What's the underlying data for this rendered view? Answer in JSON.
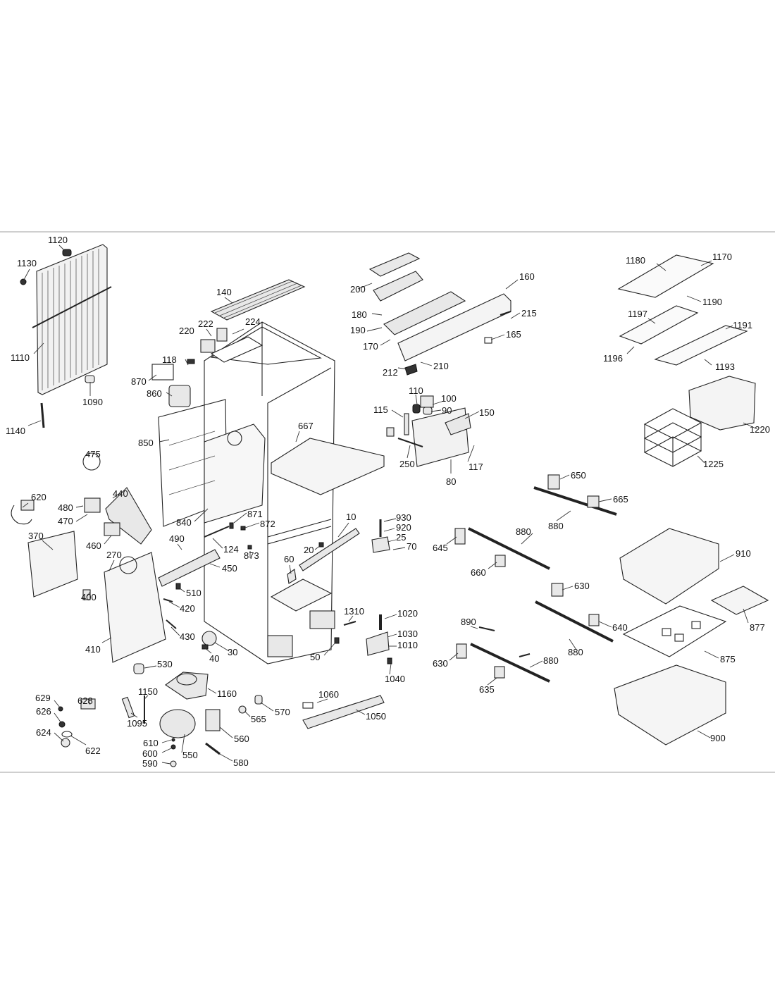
{
  "parts": [
    {
      "id": "p1120",
      "label": "1120"
    },
    {
      "id": "p1130",
      "label": "1130"
    },
    {
      "id": "p1110",
      "label": "1110"
    },
    {
      "id": "p1090",
      "label": "1090"
    },
    {
      "id": "p1140",
      "label": "1140"
    },
    {
      "id": "p140",
      "label": "140"
    },
    {
      "id": "p222",
      "label": "222"
    },
    {
      "id": "p224",
      "label": "224"
    },
    {
      "id": "p220",
      "label": "220"
    },
    {
      "id": "p118",
      "label": "118"
    },
    {
      "id": "p870",
      "label": "870"
    },
    {
      "id": "p860",
      "label": "860"
    },
    {
      "id": "p850",
      "label": "850"
    },
    {
      "id": "p840",
      "label": "840"
    },
    {
      "id": "p667",
      "label": "667"
    },
    {
      "id": "p200",
      "label": "200"
    },
    {
      "id": "p180",
      "label": "180"
    },
    {
      "id": "p190",
      "label": "190"
    },
    {
      "id": "p170",
      "label": "170"
    },
    {
      "id": "p160",
      "label": "160"
    },
    {
      "id": "p215",
      "label": "215"
    },
    {
      "id": "p165",
      "label": "165"
    },
    {
      "id": "p212",
      "label": "212"
    },
    {
      "id": "p210",
      "label": "210"
    },
    {
      "id": "p110",
      "label": "110"
    },
    {
      "id": "p100",
      "label": "100"
    },
    {
      "id": "p90",
      "label": "90"
    },
    {
      "id": "p115",
      "label": "115"
    },
    {
      "id": "p150",
      "label": "150"
    },
    {
      "id": "p250",
      "label": "250"
    },
    {
      "id": "p117",
      "label": "117"
    },
    {
      "id": "p80",
      "label": "80"
    },
    {
      "id": "p1180",
      "label": "1180"
    },
    {
      "id": "p1170",
      "label": "1170"
    },
    {
      "id": "p1190",
      "label": "1190"
    },
    {
      "id": "p1197",
      "label": "1197"
    },
    {
      "id": "p1191",
      "label": "1191"
    },
    {
      "id": "p1196",
      "label": "1196"
    },
    {
      "id": "p1193",
      "label": "1193"
    },
    {
      "id": "p1220",
      "label": "1220"
    },
    {
      "id": "p1225",
      "label": "1225"
    },
    {
      "id": "p475",
      "label": "475"
    },
    {
      "id": "p620",
      "label": "620"
    },
    {
      "id": "p440",
      "label": "440"
    },
    {
      "id": "p480",
      "label": "480"
    },
    {
      "id": "p470",
      "label": "470"
    },
    {
      "id": "p370",
      "label": "370"
    },
    {
      "id": "p460",
      "label": "460"
    },
    {
      "id": "p270",
      "label": "270"
    },
    {
      "id": "p490",
      "label": "490"
    },
    {
      "id": "p124",
      "label": "124"
    },
    {
      "id": "p871",
      "label": "871"
    },
    {
      "id": "p872",
      "label": "872"
    },
    {
      "id": "p873",
      "label": "873"
    },
    {
      "id": "p450",
      "label": "450"
    },
    {
      "id": "p510",
      "label": "510"
    },
    {
      "id": "p400",
      "label": "400"
    },
    {
      "id": "p420",
      "label": "420"
    },
    {
      "id": "p410",
      "label": "410"
    },
    {
      "id": "p430",
      "label": "430"
    },
    {
      "id": "p40",
      "label": "40"
    },
    {
      "id": "p30",
      "label": "30"
    },
    {
      "id": "p530",
      "label": "530"
    },
    {
      "id": "p10",
      "label": "10"
    },
    {
      "id": "p20",
      "label": "20"
    },
    {
      "id": "p60",
      "label": "60"
    },
    {
      "id": "p930",
      "label": "930"
    },
    {
      "id": "p920",
      "label": "920"
    },
    {
      "id": "p25",
      "label": "25"
    },
    {
      "id": "p70",
      "label": "70"
    },
    {
      "id": "p1310",
      "label": "1310"
    },
    {
      "id": "p50",
      "label": "50"
    },
    {
      "id": "p1020",
      "label": "1020"
    },
    {
      "id": "p1030",
      "label": "1030"
    },
    {
      "id": "p1010",
      "label": "1010"
    },
    {
      "id": "p1040",
      "label": "1040"
    },
    {
      "id": "p1060",
      "label": "1060"
    },
    {
      "id": "p1050",
      "label": "1050"
    },
    {
      "id": "p650",
      "label": "650"
    },
    {
      "id": "p665",
      "label": "665"
    },
    {
      "id": "p880a",
      "label": "880"
    },
    {
      "id": "p880b",
      "label": "880"
    },
    {
      "id": "p645",
      "label": "645"
    },
    {
      "id": "p660",
      "label": "660"
    },
    {
      "id": "p910",
      "label": "910"
    },
    {
      "id": "p630a",
      "label": "630"
    },
    {
      "id": "p877",
      "label": "877"
    },
    {
      "id": "p640",
      "label": "640"
    },
    {
      "id": "p880c",
      "label": "880"
    },
    {
      "id": "p875",
      "label": "875"
    },
    {
      "id": "p890",
      "label": "890"
    },
    {
      "id": "p630b",
      "label": "630"
    },
    {
      "id": "p880d",
      "label": "880"
    },
    {
      "id": "p635",
      "label": "635"
    },
    {
      "id": "p900",
      "label": "900"
    },
    {
      "id": "p629",
      "label": "629"
    },
    {
      "id": "p628",
      "label": "628"
    },
    {
      "id": "p626",
      "label": "626"
    },
    {
      "id": "p624",
      "label": "624"
    },
    {
      "id": "p622",
      "label": "622"
    },
    {
      "id": "p1150",
      "label": "1150"
    },
    {
      "id": "p1160",
      "label": "1160"
    },
    {
      "id": "p1095",
      "label": "1095"
    },
    {
      "id": "p565",
      "label": "565"
    },
    {
      "id": "p570",
      "label": "570"
    },
    {
      "id": "p560",
      "label": "560"
    },
    {
      "id": "p610",
      "label": "610"
    },
    {
      "id": "p600",
      "label": "600"
    },
    {
      "id": "p550",
      "label": "550"
    },
    {
      "id": "p590",
      "label": "590"
    },
    {
      "id": "p580",
      "label": "580"
    }
  ]
}
